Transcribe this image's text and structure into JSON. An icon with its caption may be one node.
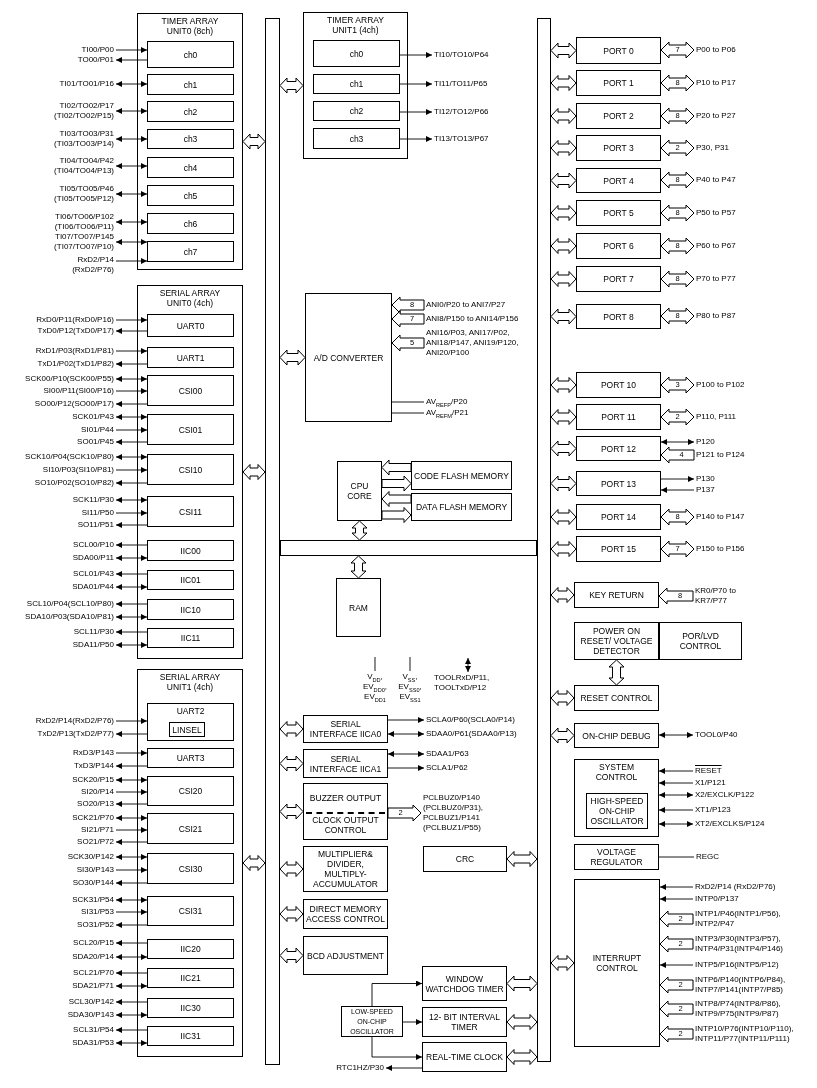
{
  "diagram": {
    "nodes": [
      {
        "text": [
          "TIMER ARRAY UNIT0 (8ch)"
        ]
      },
      {
        "text": [
          "ch0"
        ],
        "in": 0
      },
      {
        "text": [
          "ch1"
        ],
        "in": 0
      },
      {
        "text": [
          "ch2"
        ],
        "in": 0
      },
      {
        "text": [
          "ch3"
        ],
        "in": 0
      },
      {
        "text": [
          "ch4"
        ],
        "in": 0
      },
      {
        "text": [
          "ch5"
        ],
        "in": 0
      },
      {
        "text": [
          "ch6"
        ],
        "in": 0
      },
      {
        "text": [
          "ch7"
        ],
        "in": 0
      },
      {
        "text": [
          "TI00/P00"
        ]
      },
      {
        "text": [
          "TO00/P01"
        ]
      },
      {
        "text": [
          "TI01/TO01/P16"
        ]
      },
      {
        "text": [
          "TI02/TO02/P17 (TI02/TO02/P15)"
        ]
      },
      {
        "text": [
          "TI03/TO03/P31 (TI03/TO03/P14)"
        ]
      },
      {
        "text": [
          "TI04/TO04/P42 (TI04/TO04/P13)"
        ]
      },
      {
        "text": [
          "TI05/TO05/P46 (TI05/TO05/P12)"
        ]
      },
      {
        "text": [
          "TI06/TO06/P102 (TI06/TO06/P11)"
        ]
      },
      {
        "text": [
          "TI07/TO07/P145 (TI07/TO07/P10)"
        ]
      },
      {
        "text": [
          "RxD2/P14 (RxD2/P76)"
        ]
      },
      {
        "text": [
          "SERIAL ARRAY UNIT0 (4ch)"
        ]
      },
      {
        "text": [
          "UART0"
        ],
        "in": 19
      },
      {
        "text": [
          "UART1"
        ],
        "in": 19
      },
      {
        "text": [
          "CSI00"
        ],
        "in": 19
      },
      {
        "text": [
          "CSI01"
        ],
        "in": 19
      },
      {
        "text": [
          "CSI10"
        ],
        "in": 19
      },
      {
        "text": [
          "CSI11"
        ],
        "in": 19
      },
      {
        "text": [
          "IIC00"
        ],
        "in": 19
      },
      {
        "text": [
          "IIC01"
        ],
        "in": 19
      },
      {
        "text": [
          "IIC10"
        ],
        "in": 19
      },
      {
        "text": [
          "IIC11"
        ],
        "in": 19
      },
      {
        "text": [
          "RxD0/P11(RxD0/P16)"
        ]
      },
      {
        "text": [
          "TxD0/P12(TxD0/P17)"
        ]
      },
      {
        "text": [
          "RxD1/P03(RxD1/P81)"
        ]
      },
      {
        "text": [
          "TxD1/P02(TxD1/P82)"
        ]
      },
      {
        "text": [
          "SCK00/P10(SCK00/P55)"
        ]
      },
      {
        "text": [
          "SI00/P11(SI00/P16)"
        ]
      },
      {
        "text": [
          "SO00/P12(SO00/P17)"
        ]
      },
      {
        "text": [
          "SCK01/P43"
        ]
      },
      {
        "text": [
          "SI01/P44"
        ]
      },
      {
        "text": [
          "SO01/P45"
        ]
      },
      {
        "text": [
          "SCK10/P04(SCK10/P80)"
        ]
      },
      {
        "text": [
          "SI10/P03(SI10/P81)"
        ]
      },
      {
        "text": [
          "SO10/P02(SO10/P82)"
        ]
      },
      {
        "text": [
          "SCK11/P30"
        ]
      },
      {
        "text": [
          "SI11/P50"
        ]
      },
      {
        "text": [
          "SO11/P51"
        ]
      },
      {
        "text": [
          "SCL00/P10"
        ]
      },
      {
        "text": [
          "SDA00/P11"
        ]
      },
      {
        "text": [
          "SCL01/P43"
        ]
      },
      {
        "text": [
          "SDA01/P44"
        ]
      },
      {
        "text": [
          "SCL10/P04(SCL10/P80)"
        ]
      },
      {
        "text": [
          "SDA10/P03(SDA10/P81)"
        ]
      },
      {
        "text": [
          "SCL11/P30"
        ]
      },
      {
        "text": [
          "SDA11/P50"
        ]
      },
      {
        "text": [
          "SERIAL ARRAY UNIT1 (4ch)"
        ]
      },
      {
        "text": [
          "UART2"
        ],
        "in": 54
      },
      {
        "text": [
          "LINSEL"
        ],
        "in": 55
      },
      {
        "text": [
          "UART3"
        ],
        "in": 54
      },
      {
        "text": [
          "CSI20"
        ],
        "in": 54
      },
      {
        "text": [
          "CSI21"
        ],
        "in": 54
      },
      {
        "text": [
          "CSI30"
        ],
        "in": 54
      },
      {
        "text": [
          "CSI31"
        ],
        "in": 54
      },
      {
        "text": [
          "IIC20"
        ],
        "in": 54
      },
      {
        "text": [
          "IIC21"
        ],
        "in": 54
      },
      {
        "text": [
          "IIC30"
        ],
        "in": 54
      },
      {
        "text": [
          "IIC31"
        ],
        "in": 54
      },
      {
        "text": [
          "RxD2/P14(RxD2/P76)"
        ]
      },
      {
        "text": [
          "TxD2/P13(TxD2/P77)"
        ]
      },
      {
        "text": [
          "RxD3/P143"
        ]
      },
      {
        "text": [
          "TxD3/P144"
        ]
      },
      {
        "text": [
          "SCK20/P15"
        ]
      },
      {
        "text": [
          "SI20/P14"
        ]
      },
      {
        "text": [
          "SO20/P13"
        ]
      },
      {
        "text": [
          "SCK21/P70"
        ]
      },
      {
        "text": [
          "SI21/P71"
        ]
      },
      {
        "text": [
          "SO21/P72"
        ]
      },
      {
        "text": [
          "SCK30/P142"
        ]
      },
      {
        "text": [
          "SI30/P143"
        ]
      },
      {
        "text": [
          "SO30/P144"
        ]
      },
      {
        "text": [
          "SCK31/P54"
        ]
      },
      {
        "text": [
          "SI31/P53"
        ]
      },
      {
        "text": [
          "SO31/P52"
        ]
      },
      {
        "text": [
          "SCL20/P15"
        ]
      },
      {
        "text": [
          "SDA20/P14"
        ]
      },
      {
        "text": [
          "SCL21/P70"
        ]
      },
      {
        "text": [
          "SDA21/P71"
        ]
      },
      {
        "text": [
          "SCL30/P142"
        ]
      },
      {
        "text": [
          "SDA30/P143"
        ]
      },
      {
        "text": [
          "SCL31/P54"
        ]
      },
      {
        "text": [
          "SDA31/P53"
        ]
      },
      {
        "text": [
          "TIMER ARRAY UNIT1 (4ch)"
        ]
      },
      {
        "text": [
          "ch0"
        ],
        "in": 90
      },
      {
        "text": [
          "ch1"
        ],
        "in": 90
      },
      {
        "text": [
          "ch2"
        ],
        "in": 90
      },
      {
        "text": [
          "ch3"
        ],
        "in": 90
      },
      {
        "text": [
          "TI10/TO10/P64"
        ]
      },
      {
        "text": [
          "TI11/TO11/P65"
        ]
      },
      {
        "text": [
          "TI12/TO12/P66"
        ]
      },
      {
        "text": [
          "TI13/TO13/P67"
        ]
      },
      {
        "text": [
          "A/D CONVERTER"
        ]
      },
      {
        "text": [
          "ANI0/P20 to ANI7/P27"
        ]
      },
      {
        "text": [
          "ANI8/P150 to ANI14/P156"
        ]
      },
      {
        "text": [
          "ANI16/P03, ANI17/P02, ANI18/P147, ANI19/P120, ANI20/P100"
        ]
      },
      {
        "text": [
          "AV$_{REFP}$/P20"
        ]
      },
      {
        "text": [
          "AV$_{REFM}$/P21"
        ]
      },
      {
        "text": [
          "CPU CORE"
        ]
      },
      {
        "text": [
          "CODE FLASH MEMORY"
        ]
      },
      {
        "text": [
          "DATA FLASH MEMORY"
        ]
      },
      {
        "text": [
          "RAM"
        ]
      },
      {
        "text": [
          "V$_{DD}$, EV$_{DD0}$, EV$_{DD1}$"
        ]
      },
      {
        "text": [
          "V$_{SS}$, EV$_{SS0}$, EV$_{SS1}$"
        ]
      },
      {
        "text": [
          "TOOLRxD/P11, TOOLTxD/P12"
        ]
      },
      {
        "text": [
          "SERIAL INTERFACE IICA0"
        ]
      },
      {
        "text": [
          "SCLA0/P60(SCLA0/P14)"
        ]
      },
      {
        "text": [
          "SDAA0/P61(SDAA0/P13)"
        ]
      },
      {
        "text": [
          "SERIAL INTERFACE IICA1"
        ]
      },
      {
        "text": [
          "SDAA1/P63"
        ]
      },
      {
        "text": [
          "SCLA1/P62"
        ]
      },
      {
        "text": [
          "BUZZER OUTPUT",
          "CLOCK OUTPUT CONTROL"
        ]
      },
      {
        "text": [
          "PCLBUZ0/P140 (PCLBUZ0/P31), PCLBUZ1/P141 (PCLBUZ1/P55)"
        ]
      },
      {
        "text": [
          "MULTIPLIER& DIVIDER, MULTIPLY- ACCUMULATOR"
        ]
      },
      {
        "text": [
          "CRC"
        ]
      },
      {
        "text": [
          "DIRECT MEMORY ACCESS CONTROL"
        ]
      },
      {
        "text": [
          "BCD ADJUSTMENT"
        ]
      },
      {
        "text": [
          "WINDOW WATCHDOG TIMER"
        ]
      },
      {
        "text": [
          "LOW-SPEED ON-CHIP OSCILLATOR"
        ]
      },
      {
        "text": [
          "12- BIT INTERVAL TIMER"
        ]
      },
      {
        "text": [
          "REAL-TIME CLOCK"
        ]
      },
      {
        "text": [
          "RTC1HZ/P30"
        ]
      },
      {
        "text": [
          "PORT 0"
        ]
      },
      {
        "text": [
          "PORT 1"
        ]
      },
      {
        "text": [
          "PORT 2"
        ]
      },
      {
        "text": [
          "PORT 3"
        ]
      },
      {
        "text": [
          "PORT 4"
        ]
      },
      {
        "text": [
          "PORT 5"
        ]
      },
      {
        "text": [
          "PORT 6"
        ]
      },
      {
        "text": [
          "PORT 7"
        ]
      },
      {
        "text": [
          "PORT 8"
        ]
      },
      {
        "text": [
          "PORT 10"
        ]
      },
      {
        "text": [
          "PORT 11"
        ]
      },
      {
        "text": [
          "PORT 12"
        ]
      },
      {
        "text": [
          "PORT 13"
        ]
      },
      {
        "text": [
          "PORT 14"
        ]
      },
      {
        "text": [
          "PORT 15"
        ]
      },
      {
        "text": [
          "P00 to P06"
        ]
      },
      {
        "text": [
          "P10 to P17"
        ]
      },
      {
        "text": [
          "P20 to P27"
        ]
      },
      {
        "text": [
          "P30, P31"
        ]
      },
      {
        "text": [
          "P40 to P47"
        ]
      },
      {
        "text": [
          "P50 to P57"
        ]
      },
      {
        "text": [
          "P60 to P67"
        ]
      },
      {
        "text": [
          "P70 to P77"
        ]
      },
      {
        "text": [
          "P80 to P87"
        ]
      },
      {
        "text": [
          "P100 to P102"
        ]
      },
      {
        "text": [
          "P110, P111"
        ]
      },
      {
        "text": [
          "P120"
        ]
      },
      {
        "text": [
          "P121 to P124"
        ]
      },
      {
        "text": [
          "P130"
        ]
      },
      {
        "text": [
          "P137"
        ]
      },
      {
        "text": [
          "P140 to P147"
        ]
      },
      {
        "text": [
          "P150 to P156"
        ]
      },
      {
        "text": [
          "KEY RETURN"
        ]
      },
      {
        "text": [
          "KR0/P70 to KR7/P77"
        ]
      },
      {
        "text": [
          "POWER ON RESET/ VOLTAGE DETECTOR"
        ]
      },
      {
        "text": [
          "POR/LVD CONTROL"
        ]
      },
      {
        "text": [
          "RESET CONTROL"
        ]
      },
      {
        "text": [
          "ON-CHIP DEBUG"
        ]
      },
      {
        "text": [
          "TOOL0/P40"
        ]
      },
      {
        "text": [
          "SYSTEM CONTROL"
        ]
      },
      {
        "text": [
          "HIGH-SPEED ON-CHIP OSCILLATOR"
        ],
        "in": 168
      },
      {
        "text": [
          "RESET"
        ]
      },
      {
        "text": [
          "X1/P121"
        ]
      },
      {
        "text": [
          "X2/EXCLK/P122"
        ]
      },
      {
        "text": [
          "XT1/P123"
        ]
      },
      {
        "text": [
          "XT2/EXCLKS/P124"
        ]
      },
      {
        "text": [
          "VOLTAGE REGULATOR"
        ]
      },
      {
        "text": [
          "REGC"
        ]
      },
      {
        "text": [
          "INTERRUPT CONTROL"
        ]
      },
      {
        "text": [
          "RxD2/P14 (RxD2/P76)"
        ]
      },
      {
        "text": [
          "INTP0/P137"
        ]
      },
      {
        "text": [
          "INTP1/P46(INTP1/P56), INTP2/P47"
        ]
      },
      {
        "text": [
          "INTP3/P30(INTP3/P57), INTP4/P31(INTP4/P146)"
        ]
      },
      {
        "text": [
          "INTP5/P16(INTP5/P12)"
        ]
      },
      {
        "text": [
          "INTP6/P140(INTP6/P84), INTP7/P141(INTP7/P85)"
        ]
      },
      {
        "text": [
          "INTP8/P74(INTP8/P86), INTP9/P75(INTP9/P87)"
        ]
      },
      {
        "text": [
          "INTP10/P76(INTP10/P110), INTP11/P77(INTP11/P111)"
        ]
      },
      {
        "text": [],
        "shape": "bar"
      },
      {
        "text": [],
        "shape": "bar"
      },
      {
        "text": [],
        "shape": "bar"
      }
    ],
    "edges": [
      {
        "from": 9,
        "to": 1,
        "arrow": "to"
      },
      {
        "from": 1,
        "to": 10,
        "arrow": "to"
      },
      {
        "from": 11,
        "to": 2,
        "arrow": "both"
      },
      {
        "from": 12,
        "to": 3,
        "arrow": "both"
      },
      {
        "from": 13,
        "to": 4,
        "arrow": "both"
      },
      {
        "from": 14,
        "to": 5,
        "arrow": "both"
      },
      {
        "from": 15,
        "to": 6,
        "arrow": "both"
      },
      {
        "from": 16,
        "to": 7,
        "arrow": "both"
      },
      {
        "from": 17,
        "to": 8,
        "arrow": "both"
      },
      {
        "from": 18,
        "to": 8,
        "arrow": "to"
      },
      {
        "from": 30,
        "to": 20,
        "arrow": "to"
      },
      {
        "from": 20,
        "to": 31,
        "arrow": "to"
      },
      {
        "from": 32,
        "to": 21,
        "arrow": "to"
      },
      {
        "from": 21,
        "to": 33,
        "arrow": "to"
      },
      {
        "from": 34,
        "to": 22,
        "arrow": "both"
      },
      {
        "from": 35,
        "to": 22,
        "arrow": "to"
      },
      {
        "from": 22,
        "to": 36,
        "arrow": "to"
      },
      {
        "from": 37,
        "to": 23,
        "arrow": "both"
      },
      {
        "from": 38,
        "to": 23,
        "arrow": "to"
      },
      {
        "from": 23,
        "to": 39,
        "arrow": "to"
      },
      {
        "from": 40,
        "to": 24,
        "arrow": "both"
      },
      {
        "from": 41,
        "to": 24,
        "arrow": "to"
      },
      {
        "from": 24,
        "to": 42,
        "arrow": "to"
      },
      {
        "from": 43,
        "to": 25,
        "arrow": "both"
      },
      {
        "from": 44,
        "to": 25,
        "arrow": "to"
      },
      {
        "from": 25,
        "to": 45,
        "arrow": "to"
      },
      {
        "from": 26,
        "to": 46,
        "arrow": "to"
      },
      {
        "from": 47,
        "to": 26,
        "arrow": "both"
      },
      {
        "from": 27,
        "to": 48,
        "arrow": "to"
      },
      {
        "from": 49,
        "to": 27,
        "arrow": "both"
      },
      {
        "from": 28,
        "to": 50,
        "arrow": "to"
      },
      {
        "from": 51,
        "to": 28,
        "arrow": "both"
      },
      {
        "from": 29,
        "to": 52,
        "arrow": "to"
      },
      {
        "from": 53,
        "to": 29,
        "arrow": "both"
      },
      {
        "from": 66,
        "to": 55,
        "arrow": "to"
      },
      {
        "from": 55,
        "to": 67,
        "arrow": "to"
      },
      {
        "from": 68,
        "to": 57,
        "arrow": "to"
      },
      {
        "from": 57,
        "to": 69,
        "arrow": "to"
      },
      {
        "from": 70,
        "to": 58,
        "arrow": "both"
      },
      {
        "from": 71,
        "to": 58,
        "arrow": "to"
      },
      {
        "from": 58,
        "to": 72,
        "arrow": "to"
      },
      {
        "from": 73,
        "to": 59,
        "arrow": "both"
      },
      {
        "from": 74,
        "to": 59,
        "arrow": "to"
      },
      {
        "from": 59,
        "to": 75,
        "arrow": "to"
      },
      {
        "from": 76,
        "to": 60,
        "arrow": "both"
      },
      {
        "from": 77,
        "to": 60,
        "arrow": "to"
      },
      {
        "from": 60,
        "to": 78,
        "arrow": "to"
      },
      {
        "from": 79,
        "to": 61,
        "arrow": "both"
      },
      {
        "from": 80,
        "to": 61,
        "arrow": "to"
      },
      {
        "from": 61,
        "to": 81,
        "arrow": "to"
      },
      {
        "from": 62,
        "to": 82,
        "arrow": "to"
      },
      {
        "from": 83,
        "to": 62,
        "arrow": "both"
      },
      {
        "from": 63,
        "to": 84,
        "arrow": "to"
      },
      {
        "from": 85,
        "to": 63,
        "arrow": "both"
      },
      {
        "from": 64,
        "to": 86,
        "arrow": "to"
      },
      {
        "from": 87,
        "to": 64,
        "arrow": "both"
      },
      {
        "from": 65,
        "to": 88,
        "arrow": "to"
      },
      {
        "from": 89,
        "to": 65,
        "arrow": "both"
      },
      {
        "from": 91,
        "to": 95,
        "arrow": "to"
      },
      {
        "from": 92,
        "to": 96,
        "arrow": "to"
      },
      {
        "from": 93,
        "to": 97,
        "arrow": "to"
      },
      {
        "from": 94,
        "to": 98,
        "arrow": "to"
      },
      {
        "from": 100,
        "to": 99,
        "arrow": "to",
        "style": "thick",
        "label": "8"
      },
      {
        "from": 101,
        "to": 99,
        "arrow": "to",
        "style": "thick",
        "label": "7"
      },
      {
        "from": 102,
        "to": 99,
        "arrow": "to",
        "style": "thick",
        "label": "5"
      },
      {
        "from": 99,
        "to": 103,
        "arrow": "none"
      },
      {
        "from": 99,
        "to": 104,
        "arrow": "none"
      },
      {
        "from": 106,
        "to": 105,
        "arrow": "to",
        "style": "thick"
      },
      {
        "from": 105,
        "to": 106,
        "arrow": "to",
        "style": "thick"
      },
      {
        "from": 107,
        "to": 105,
        "arrow": "to",
        "style": "thick"
      },
      {
        "from": 105,
        "to": 107,
        "arrow": "to",
        "style": "thick"
      },
      {
        "from": null,
        "to": 109,
        "arrow": "none"
      },
      {
        "from": null,
        "to": 110,
        "arrow": "none"
      },
      {
        "from": null,
        "to": 111,
        "arrow": "both"
      },
      {
        "from": 112,
        "to": 113,
        "arrow": "to"
      },
      {
        "from": 112,
        "to": 114,
        "arrow": "both"
      },
      {
        "from": 115,
        "to": 116,
        "arrow": "both"
      },
      {
        "from": 115,
        "to": 117,
        "arrow": "to"
      },
      {
        "from": 118,
        "to": 119,
        "arrow": "to",
        "style": "thick",
        "label": "2"
      },
      {
        "from": 125,
        "to": 124,
        "arrow": "to"
      },
      {
        "from": 125,
        "to": 126,
        "arrow": "to"
      },
      {
        "from": 125,
        "to": 127,
        "arrow": "to"
      },
      {
        "from": 127,
        "to": 128,
        "arrow": "to"
      },
      {
        "from": 129,
        "to": 144,
        "arrow": "both",
        "style": "thick",
        "label": "7"
      },
      {
        "from": 130,
        "to": 145,
        "arrow": "both",
        "style": "thick",
        "label": "8"
      },
      {
        "from": 131,
        "to": 146,
        "arrow": "both",
        "style": "thick",
        "label": "8"
      },
      {
        "from": 132,
        "to": 147,
        "arrow": "both",
        "style": "thick",
        "label": "2"
      },
      {
        "from": 133,
        "to": 148,
        "arrow": "both",
        "style": "thick",
        "label": "8"
      },
      {
        "from": 134,
        "to": 149,
        "arrow": "both",
        "style": "thick",
        "label": "8"
      },
      {
        "from": 135,
        "to": 150,
        "arrow": "both",
        "style": "thick",
        "label": "8"
      },
      {
        "from": 136,
        "to": 151,
        "arrow": "both",
        "style": "thick",
        "label": "8"
      },
      {
        "from": 137,
        "to": 152,
        "arrow": "both",
        "style": "thick",
        "label": "8"
      },
      {
        "from": 138,
        "to": 153,
        "arrow": "both",
        "style": "thick",
        "label": "3"
      },
      {
        "from": 139,
        "to": 154,
        "arrow": "both",
        "style": "thick",
        "label": "2"
      },
      {
        "from": 140,
        "to": 155,
        "arrow": "both"
      },
      {
        "from": 156,
        "to": 140,
        "arrow": "to",
        "style": "thick",
        "label": "4"
      },
      {
        "from": 141,
        "to": 157,
        "arrow": "to"
      },
      {
        "from": 158,
        "to": 141,
        "arrow": "to"
      },
      {
        "from": 142,
        "to": 159,
        "arrow": "both",
        "style": "thick",
        "label": "8"
      },
      {
        "from": 143,
        "to": 160,
        "arrow": "both",
        "style": "thick",
        "label": "7"
      },
      {
        "from": 162,
        "to": 161,
        "arrow": "to",
        "style": "thick",
        "label": "8"
      },
      {
        "from": 163,
        "to": 165,
        "arrow": "both",
        "style": "thick"
      },
      {
        "from": 166,
        "to": 167,
        "arrow": "both"
      },
      {
        "from": 170,
        "to": 168,
        "arrow": "to"
      },
      {
        "from": 171,
        "to": 168,
        "arrow": "to"
      },
      {
        "from": 172,
        "to": 168,
        "arrow": "both"
      },
      {
        "from": 173,
        "to": 168,
        "arrow": "to"
      },
      {
        "from": 174,
        "to": 168,
        "arrow": "both"
      },
      {
        "from": 175,
        "to": 176,
        "arrow": "none"
      },
      {
        "from": 178,
        "to": 177,
        "arrow": "to"
      },
      {
        "from": 179,
        "to": 177,
        "arrow": "to"
      },
      {
        "from": 180,
        "to": 177,
        "arrow": "to",
        "style": "thick",
        "label": "2"
      },
      {
        "from": 181,
        "to": 177,
        "arrow": "to",
        "style": "thick",
        "label": "2"
      },
      {
        "from": 182,
        "to": 177,
        "arrow": "to"
      },
      {
        "from": 183,
        "to": 177,
        "arrow": "to",
        "style": "thick",
        "label": "2"
      },
      {
        "from": 184,
        "to": 177,
        "arrow": "to",
        "style": "thick",
        "label": "2"
      },
      {
        "from": 185,
        "to": 177,
        "arrow": "to",
        "style": "thick",
        "label": "2"
      },
      {
        "from": 0,
        "to": 186,
        "arrow": "both",
        "style": "thick"
      },
      {
        "from": 19,
        "to": 186,
        "arrow": "both",
        "style": "thick"
      },
      {
        "from": 54,
        "to": 186,
        "arrow": "both",
        "style": "thick"
      },
      {
        "from": 186,
        "to": 90,
        "arrow": "both",
        "style": "thick"
      },
      {
        "from": 186,
        "to": 99,
        "arrow": "both",
        "style": "thick"
      },
      {
        "from": 186,
        "to": 112,
        "arrow": "both",
        "style": "thick"
      },
      {
        "from": 186,
        "to": 115,
        "arrow": "both",
        "style": "thick"
      },
      {
        "from": 186,
        "to": 118,
        "arrow": "both",
        "style": "thick"
      },
      {
        "from": 186,
        "to": 120,
        "arrow": "both",
        "style": "thick"
      },
      {
        "from": 186,
        "to": 122,
        "arrow": "both",
        "style": "thick"
      },
      {
        "from": 186,
        "to": 123,
        "arrow": "both",
        "style": "thick"
      },
      {
        "from": 105,
        "to": 188,
        "arrow": "both",
        "style": "thick"
      },
      {
        "from": 188,
        "to": 108,
        "arrow": "both",
        "style": "thick"
      },
      {
        "from": 121,
        "to": 187,
        "arrow": "both",
        "style": "thick"
      },
      {
        "from": 124,
        "to": 187,
        "arrow": "both",
        "style": "thick"
      },
      {
        "from": 126,
        "to": 187,
        "arrow": "both",
        "style": "thick"
      },
      {
        "from": 127,
        "to": 187,
        "arrow": "both",
        "style": "thick"
      },
      {
        "from": 187,
        "to": 129,
        "arrow": "both",
        "style": "thick"
      },
      {
        "from": 187,
        "to": 130,
        "arrow": "both",
        "style": "thick"
      },
      {
        "from": 187,
        "to": 131,
        "arrow": "both",
        "style": "thick"
      },
      {
        "from": 187,
        "to": 132,
        "arrow": "both",
        "style": "thick"
      },
      {
        "from": 187,
        "to": 133,
        "arrow": "both",
        "style": "thick"
      },
      {
        "from": 187,
        "to": 134,
        "arrow": "both",
        "style": "thick"
      },
      {
        "from": 187,
        "to": 135,
        "arrow": "both",
        "style": "thick"
      },
      {
        "from": 187,
        "to": 136,
        "arrow": "both",
        "style": "thick"
      },
      {
        "from": 187,
        "to": 137,
        "arrow": "both",
        "style": "thick"
      },
      {
        "from": 187,
        "to": 138,
        "arrow": "both",
        "style": "thick"
      },
      {
        "from": 187,
        "to": 139,
        "arrow": "both",
        "style": "thick"
      },
      {
        "from": 187,
        "to": 140,
        "arrow": "both",
        "style": "thick"
      },
      {
        "from": 187,
        "to": 141,
        "arrow": "both",
        "style": "thick"
      },
      {
        "from": 187,
        "to": 142,
        "arrow": "both",
        "style": "thick"
      },
      {
        "from": 187,
        "to": 143,
        "arrow": "both",
        "style": "thick"
      },
      {
        "from": 187,
        "to": 161,
        "arrow": "both",
        "style": "thick"
      },
      {
        "from": 187,
        "to": 165,
        "arrow": "both",
        "style": "thick"
      },
      {
        "from": 187,
        "to": 166,
        "arrow": "both",
        "style": "thick"
      },
      {
        "from": 187,
        "to": 177,
        "arrow": "both",
        "style": "thick"
      }
    ]
  }
}
